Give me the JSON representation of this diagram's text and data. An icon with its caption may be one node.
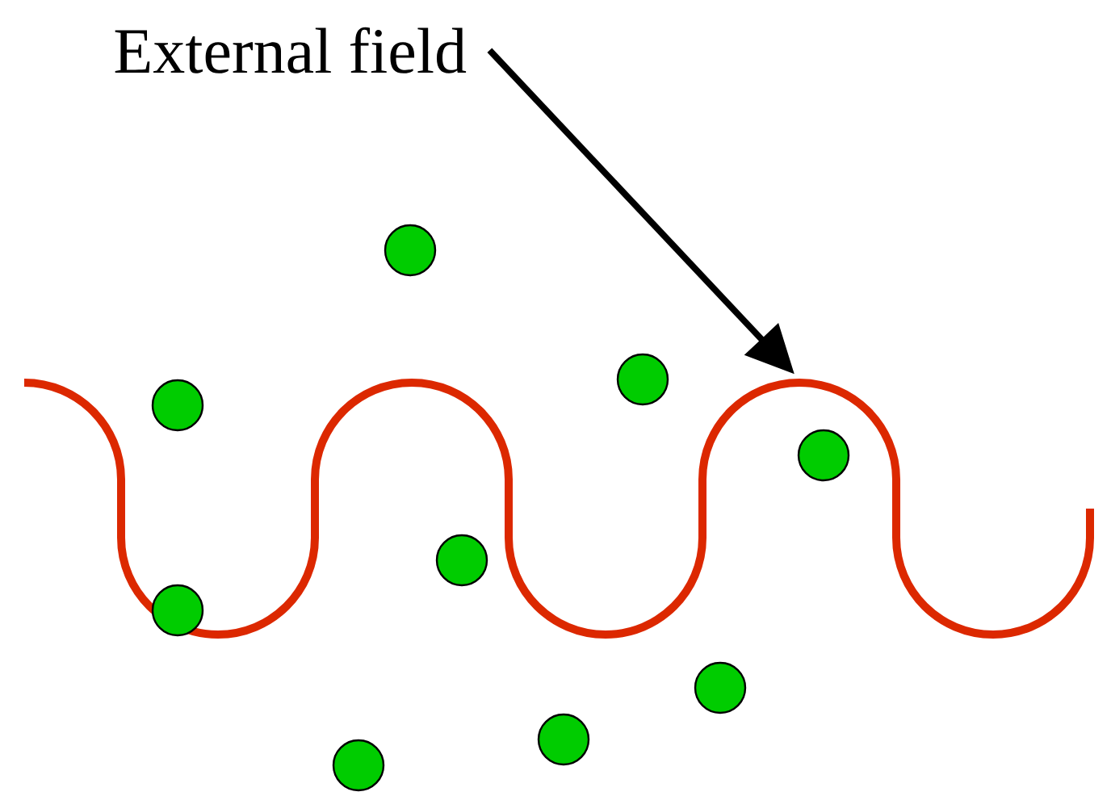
{
  "diagram": {
    "nodes": [
      {
        "text": [
          "External field"
        ]
      },
      {
        "text": [],
        "shape": "picture"
      }
    ],
    "edges": [
      {
        "from": 0,
        "to": 1,
        "arrow": "to"
      }
    ]
  }
}
